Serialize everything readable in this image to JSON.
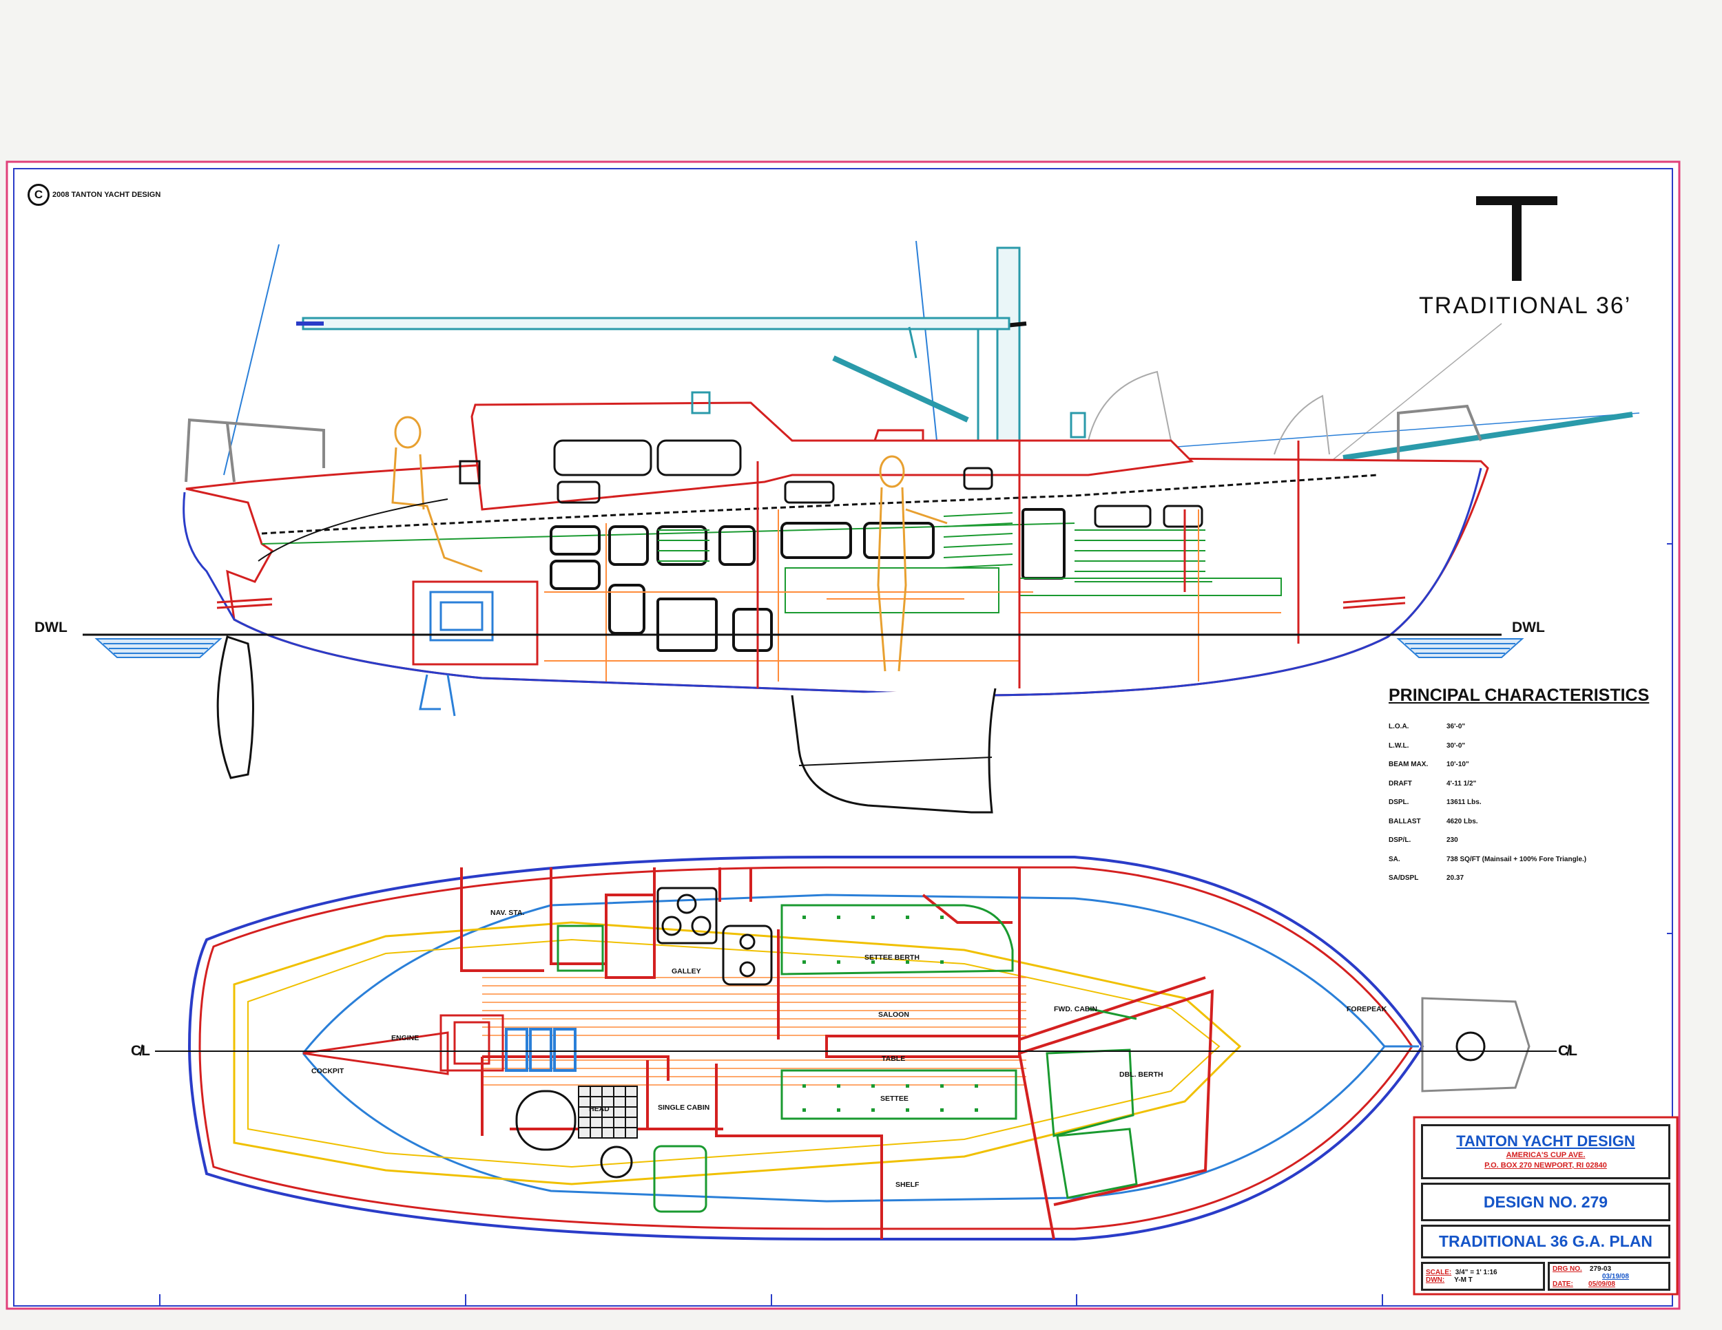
{
  "copyright": {
    "symbol": "C",
    "text": "2008 TANTON YACHT DESIGN"
  },
  "title": {
    "logo_letter": "T",
    "text": "TRADITIONAL  36’"
  },
  "profile": {
    "waterline_label_left": "DWL",
    "waterline_label_right": "DWL"
  },
  "principal_characteristics": {
    "heading": "PRINCIPAL CHARACTERISTICS",
    "rows": [
      {
        "key": "L.O.A.",
        "value": "36'-0\""
      },
      {
        "key": "L.W.L.",
        "value": "30'-0\""
      },
      {
        "key": "BEAM MAX.",
        "value": "10'-10\""
      },
      {
        "key": "DRAFT",
        "value": "4'-11 1/2\""
      },
      {
        "key": "DSPL.",
        "value": "13611 Lbs."
      },
      {
        "key": "BALLAST",
        "value": "4620 Lbs."
      },
      {
        "key": "DSP/L.",
        "value": "230"
      },
      {
        "key": "SA.",
        "value": "738 SQ/FT (Mainsail + 100% Fore Triangle.)"
      },
      {
        "key": "SA/DSPL",
        "value": "20.37"
      }
    ]
  },
  "plan_labels": {
    "nav_station": "NAV. STA.",
    "galley": "GALLEY",
    "settee_berth": "SETTEE BERTH",
    "saloon": "SALOON",
    "table": "TABLE",
    "settee": "SETTEE",
    "fwd_cabin": "FWD. CABIN",
    "dbl_berth": "DBL. BERTH",
    "forepeak": "FOREPEAK",
    "engine": "ENGINE",
    "cockpit": "COCKPIT",
    "head": "HEAD",
    "single_cabin": "SINGLE CABIN",
    "shelf": "SHELF",
    "centerline_left": "C̸L",
    "centerline_right": "C̸L"
  },
  "title_block": {
    "firm": "TANTON YACHT DESIGN",
    "address_1": "AMERICA'S CUP AVE.",
    "address_2": "P.O. BOX 270 NEWPORT, RI 02840",
    "design_no": "DESIGN  NO. 279",
    "drawing_title": "TRADITIONAL 36 G.A. PLAN",
    "scale_label": "SCALE:",
    "scale_value": "3/4\" = 1'  1:16",
    "drawn_label": "DWN:",
    "drawn_value": "Y-M T",
    "drg_label": "DRG NO.",
    "drg_value": "279-03",
    "date_label": "DATE:",
    "date_value_1": "03/19/08",
    "date_value_2": "05/09/08"
  },
  "colors": {
    "border_pink": "#e0407a",
    "border_blue": "#2a3cc8",
    "hull_red": "#d42020",
    "interior_orange": "#ff8c3a",
    "deck_blue": "#2a7fd8",
    "rig_teal": "#2a9aaa",
    "joinery_green": "#1a9a30",
    "sole_yellow": "#f0c000",
    "text_blue": "#1555c8"
  }
}
